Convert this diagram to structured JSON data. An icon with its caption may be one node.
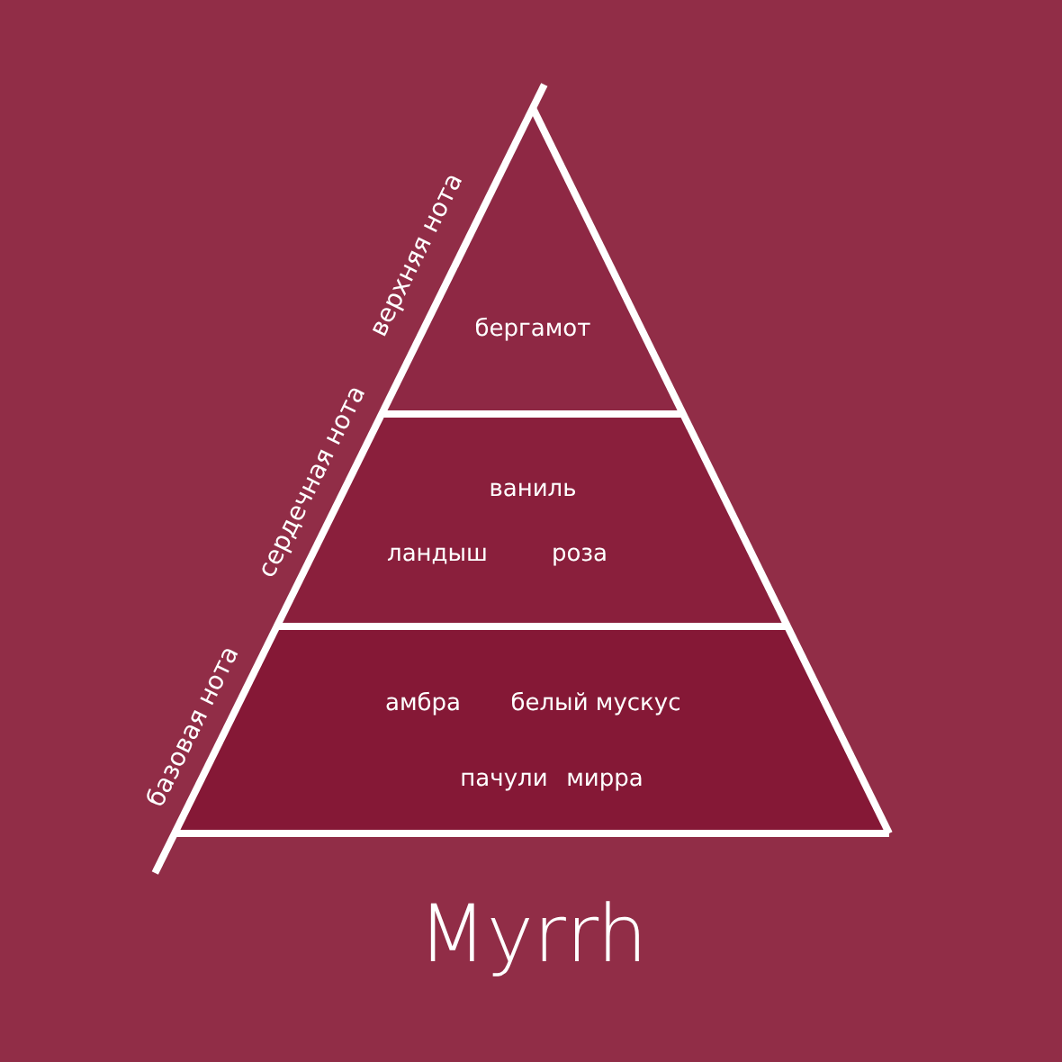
{
  "diagram": {
    "title": "Myrrh",
    "nodes": [
      {
        "text": [
          "бергамот"
        ],
        "beside": [
          "верхняя нота"
        ]
      },
      {
        "text": [
          "ваниль",
          "ландыш",
          "роза"
        ],
        "beside": [
          "сердечная нота"
        ]
      },
      {
        "text": [
          "амбра",
          "белый мускус",
          "пачули",
          "мирра"
        ],
        "beside": [
          "базовая нота"
        ]
      }
    ]
  }
}
